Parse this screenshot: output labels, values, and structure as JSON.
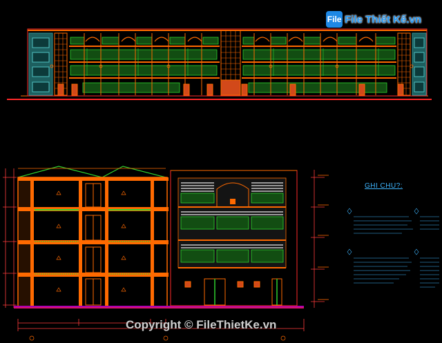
{
  "watermark": {
    "logo_mark": "File",
    "brand": "File Thiết Kế",
    "domain_suffix": ".vn"
  },
  "notes": {
    "title": "GHI CHU?:"
  },
  "copyright": "Copyright © FileThietKe.vn",
  "colors": {
    "background": "#000000",
    "structure": "#ff6a00",
    "frame_red": "#ff2a2a",
    "glazing": "#2fd12f",
    "facade_teal": "#2f8f8f",
    "dimension": "#ff3c3c",
    "text_blue": "#3fb6ff",
    "ground": "#b000b0"
  },
  "icons": [
    "logo-icon"
  ]
}
